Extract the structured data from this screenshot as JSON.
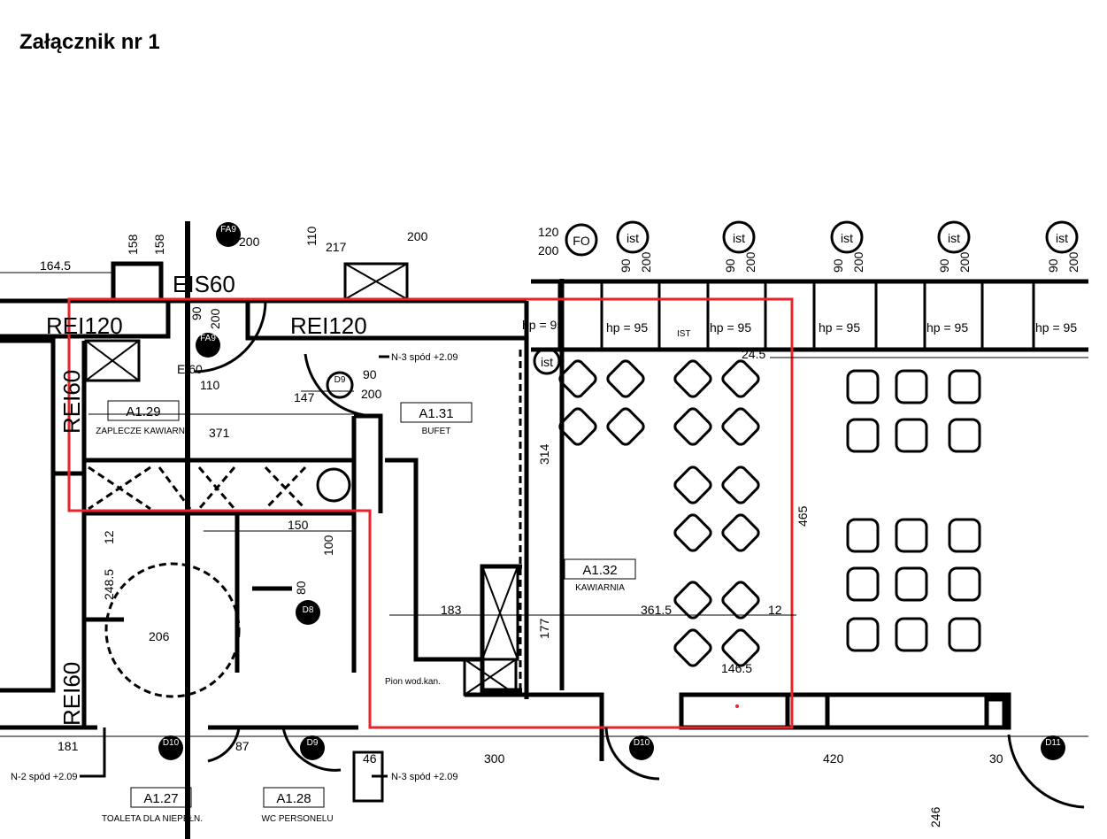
{
  "document": {
    "title": "Załącznik nr 1"
  },
  "colors": {
    "highlight": "#e8232a",
    "ink": "#000000",
    "accent": "#1aa3e8"
  },
  "rooms": [
    {
      "id": "A1.29",
      "name": "ZAPLECZE KAWIARNI"
    },
    {
      "id": "A1.31",
      "name": "BUFET"
    },
    {
      "id": "A1.32",
      "name": "KAWIARNIA"
    },
    {
      "id": "A1.27",
      "name": "TOALETA DLA NIEPEŁN."
    },
    {
      "id": "A1.28",
      "name": "WC PERSONELU"
    }
  ],
  "fire_ratings": {
    "rei120": "REI120",
    "eis60": "EIS60",
    "rei60": "REI60",
    "ei60": "EI60"
  },
  "notes": {
    "n3_top": "N-3 spód +2.09",
    "n2": "N-2 spód +2.09",
    "n3_bottom": "N-3 spód +2.09",
    "plon": "Pion wod.kan."
  },
  "columns": {
    "fo": "FO",
    "ist": "ist",
    "ist_upper": "IST"
  },
  "doors": {
    "fa9": "FA9",
    "d9": "D9",
    "d8": "D8",
    "d10": "D10",
    "d11": "D11"
  },
  "hp": "hp =  95",
  "dims": {
    "d164": "164.5",
    "d158": "158",
    "d110": "110",
    "d217": "217",
    "d90": "90",
    "d200": "200",
    "d120": "120",
    "d147": "147",
    "d371": "371",
    "d314": "314",
    "d465": "465",
    "d245": "24.5",
    "d150": "150",
    "d100": "100",
    "d2485": "248.5",
    "d206": "206",
    "d183": "183",
    "d3615": "361.5",
    "d12": "12",
    "d177": "177",
    "d1465": "146.5",
    "d181": "181",
    "d87": "87",
    "d46": "46",
    "d300": "300",
    "d420": "420",
    "d30": "30",
    "d246": "246",
    "d80": "80"
  }
}
